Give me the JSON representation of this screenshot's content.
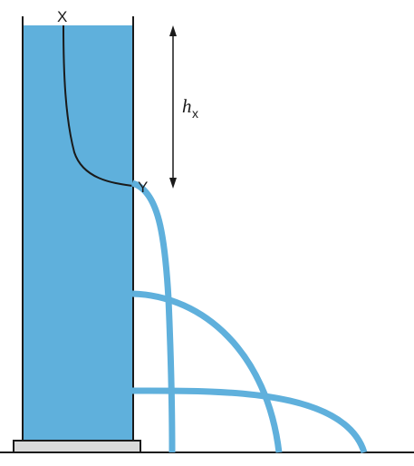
{
  "labels": {
    "top_point": "X",
    "outlet_point": "Y",
    "height_symbol": "h",
    "height_subscript": "x"
  },
  "colors": {
    "water": "#5fb0dc",
    "container_wall": "#1a1a1a",
    "base_plate": "#d9d9d9",
    "streamline": "#1a1a1a"
  }
}
